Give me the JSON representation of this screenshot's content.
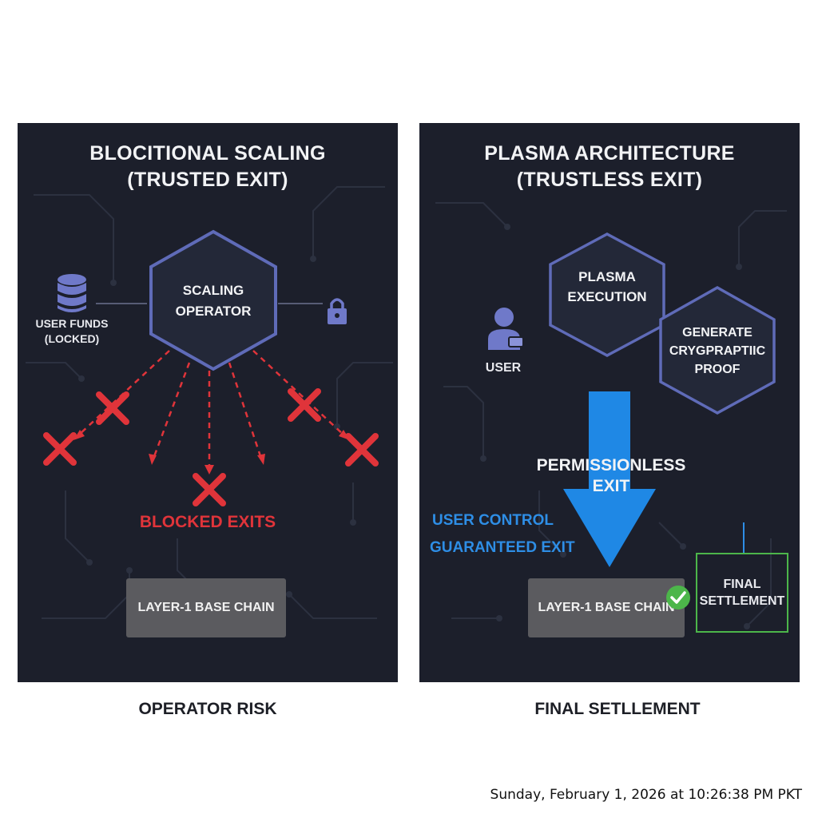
{
  "left": {
    "title_line1": "BLOCITIONAL SCALING",
    "title_line2": "(TRUSTED EXIT)",
    "operator_line1": "SCALING",
    "operator_line2": "OPERATOR",
    "user_funds_line1": "USER FUNDS",
    "user_funds_line2": "(LOCKED)",
    "blocked_exits": "BLOCKED EXITS",
    "base_chain": "LAYER-1 BASE CHAIN",
    "caption": "OPERATOR RISK"
  },
  "right": {
    "title_line1": "PLASMA ARCHITECTURE",
    "title_line2": "(TRUSTLESS EXIT)",
    "execution_line1": "PLASMA",
    "execution_line2": "EXECUTION",
    "proof_line1": "GENERATE",
    "proof_line2": "CRYGPRAPTIIC",
    "proof_line3": "PROOF",
    "user": "USER",
    "exit_line1": "PERMISSIONLESS",
    "exit_line2": "EXIT",
    "user_control": "USER CONTROL",
    "guaranteed_exit": "GUARANTEED EXIT",
    "base_chain": "LAYER-1 BASE CHAIN",
    "settlement_line1": "FINAL",
    "settlement_line2": "SETTLEMENT",
    "caption": "FINAL SETLLEMENT"
  },
  "footer": "Sunday, February 1, 2026 at 10:26:38 PM PKT",
  "colors": {
    "panel_bg": "#1c1f2b",
    "hex_stroke": "#5f6bb8",
    "blocked_red": "#e0343a",
    "exit_blue": "#1f88e5",
    "settlement_green": "#4cb64a",
    "base_chain_gray": "#5b5b5f"
  },
  "icons": [
    "database-icon",
    "lock-icon",
    "user-icon",
    "x-mark-icon",
    "check-circle-icon"
  ]
}
